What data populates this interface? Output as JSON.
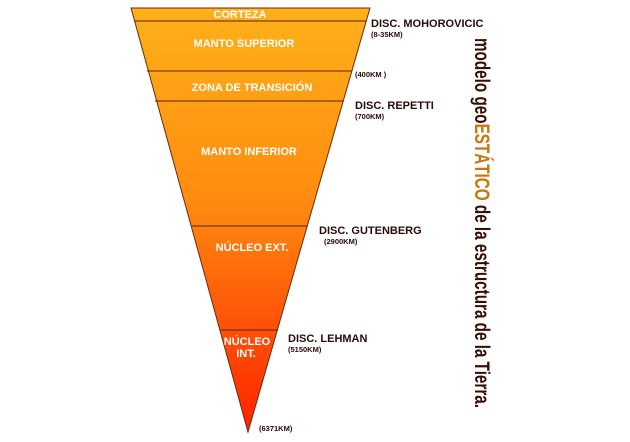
{
  "diagram": {
    "layers": [
      {
        "name": "CORTEZA"
      },
      {
        "name": "MANTO SUPERIOR"
      },
      {
        "name": "ZONA DE TRANSICIÓN"
      },
      {
        "name": "MANTO INFERIOR"
      },
      {
        "name": "NÚCLEO EXT."
      },
      {
        "name_line1": "NÚCLEO",
        "name_line2": "INT."
      }
    ],
    "discontinuities": [
      {
        "name": "DISC. MOHOROVICIC",
        "depth": "(8-35KM)"
      },
      {
        "name": "",
        "depth": "(400KM )"
      },
      {
        "name": "DISC. REPETTI",
        "depth": "(700KM)"
      },
      {
        "name": "DISC. GUTENBERG",
        "depth": "(2900KM)"
      },
      {
        "name": "DISC. LEHMAN",
        "depth": "(5150KM)"
      }
    ],
    "center_depth": "(6371KM)",
    "title": {
      "part1": "modelo geo",
      "part2": "ESTÁTICO",
      "part3": " de la estructura de la Tierra."
    },
    "colors": {
      "top": "#ffb01a",
      "bottom": "#ff2a00",
      "title_dark": "#3a0c02",
      "title_accent": "#c8780a"
    }
  }
}
